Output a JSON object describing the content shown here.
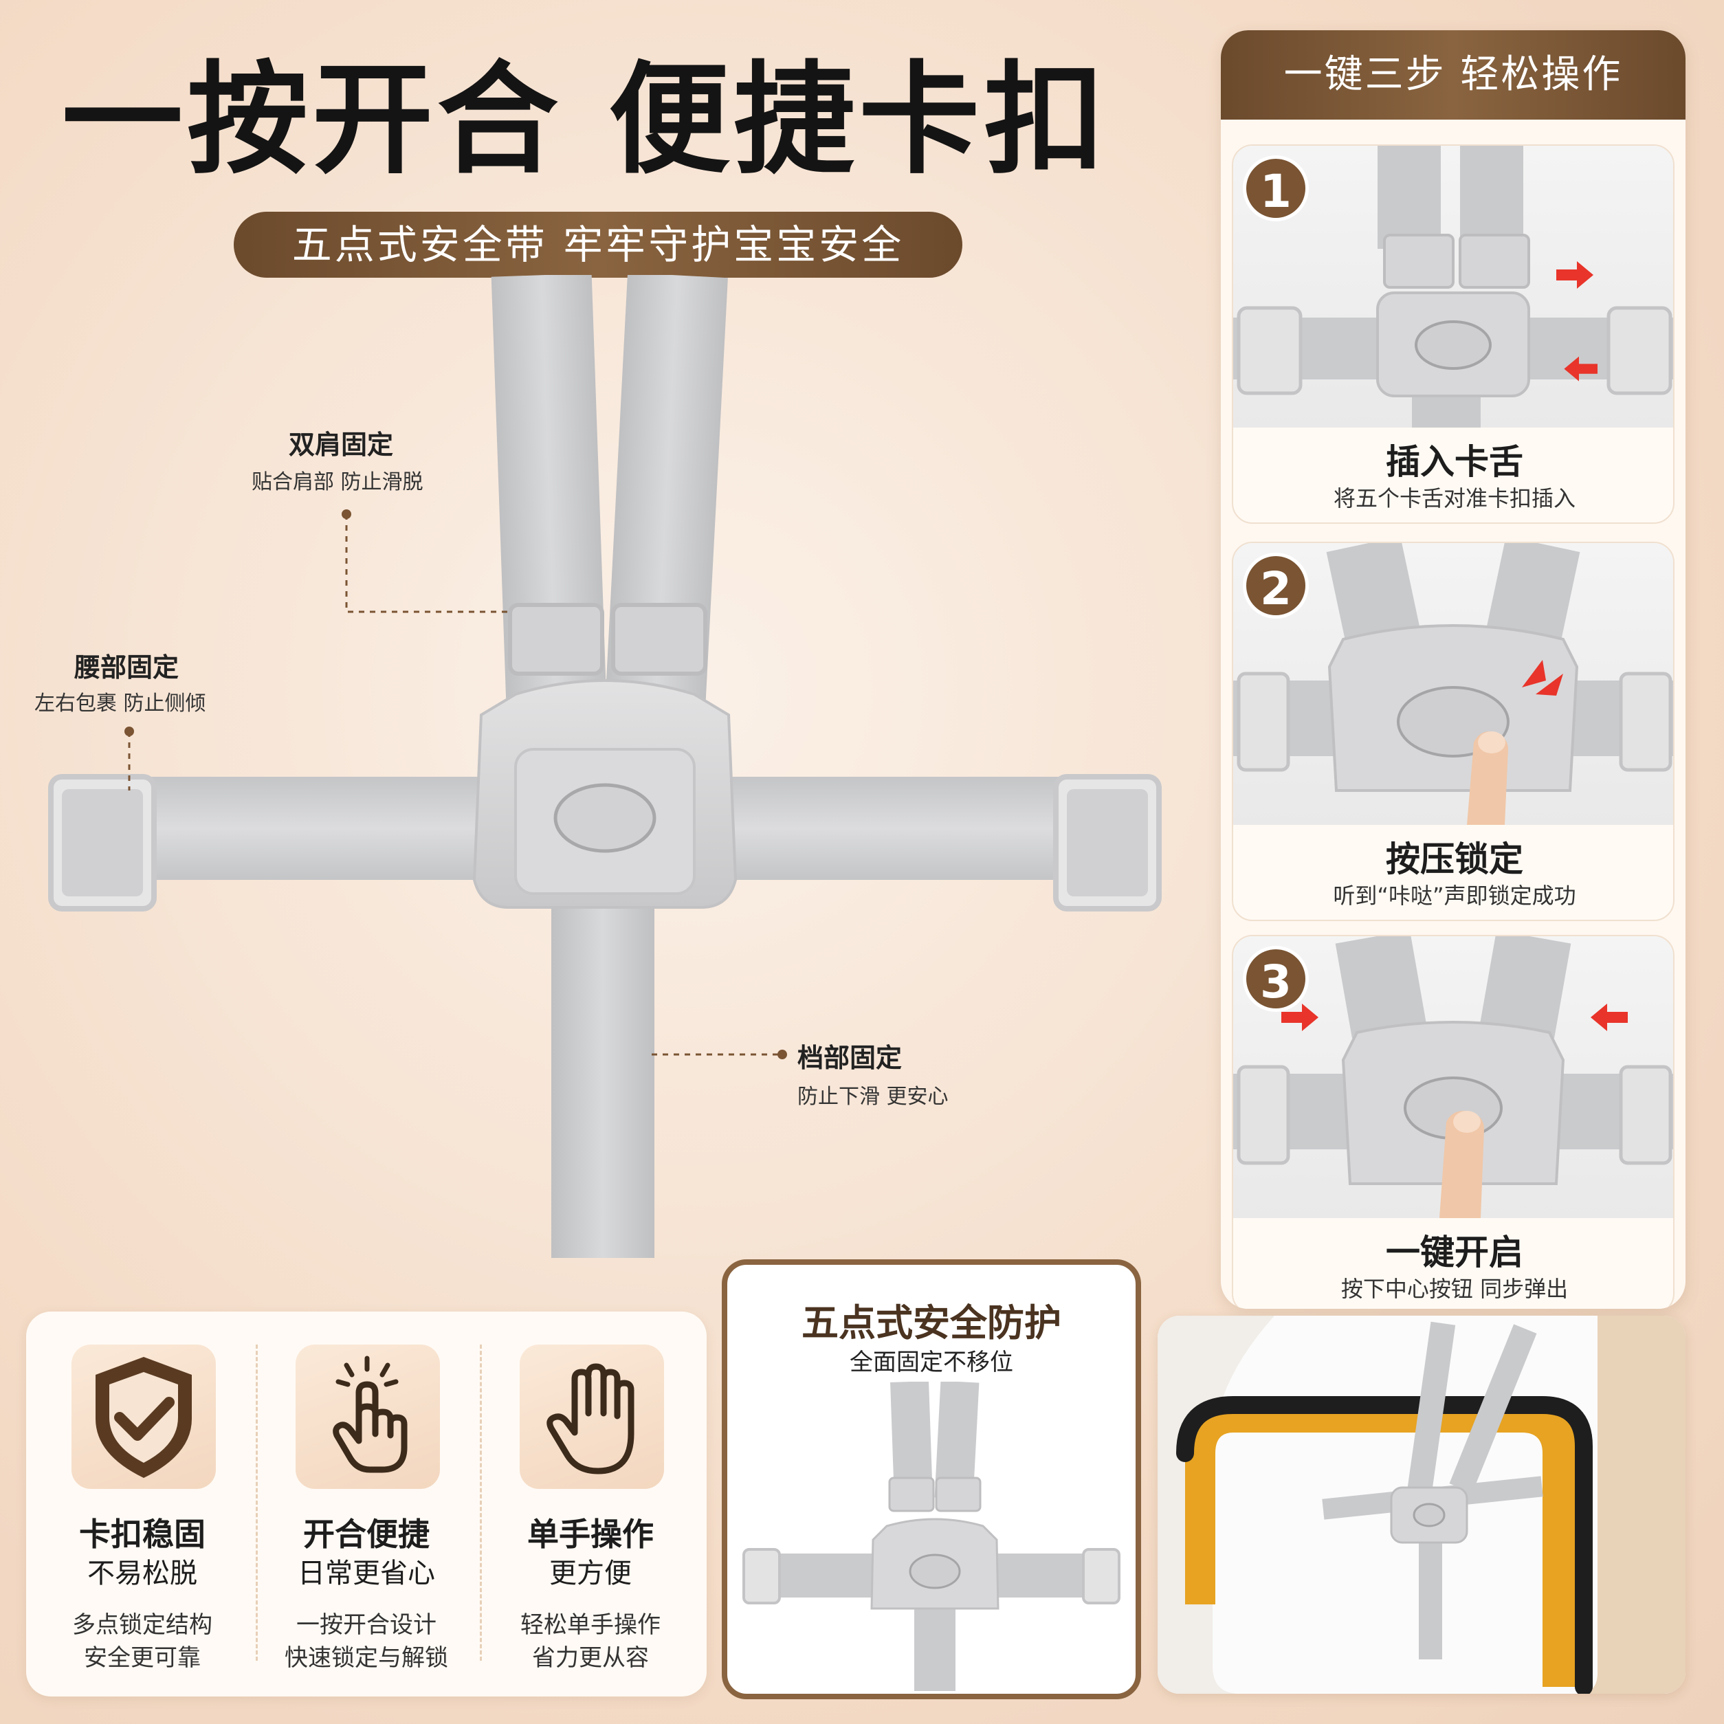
{
  "header": {
    "title": "一按开合 便捷卡扣",
    "subtitle": "五点式安全带  牢牢守护宝宝安全"
  },
  "callouts": {
    "shoulder": {
      "title": "双肩固定",
      "text": "贴合肩部 防止滑脱"
    },
    "waist": {
      "title": "腰部固定",
      "text": "左右包裹 防止侧倾"
    },
    "crotch": {
      "title": "档部固定",
      "text": "防止下滑 更安心"
    }
  },
  "steps_panel": {
    "header": "一键三步 轻松操作",
    "steps": [
      {
        "num": "1",
        "title": "插入卡舌",
        "desc": "将五个卡舌对准卡扣插入"
      },
      {
        "num": "2",
        "title": "按压锁定",
        "desc": "听到“咔哒”声即锁定成功"
      },
      {
        "num": "3",
        "title": "一键开启",
        "desc": "按下中心按钮 同步弹出"
      }
    ]
  },
  "features": [
    {
      "icon": "shield-check-icon",
      "title": "卡扣稳固",
      "sub": "不易松脱",
      "desc1": "多点锁定结构",
      "desc2": "安全更可靠"
    },
    {
      "icon": "finger-tap-icon",
      "title": "开合便捷",
      "sub": "日常更省心",
      "desc1": "一按开合设计",
      "desc2": "快速锁定与解锁"
    },
    {
      "icon": "hand-icon",
      "title": "单手操作",
      "sub": "更方便",
      "desc1": "轻松单手操作",
      "desc2": "省力更从容"
    }
  ],
  "five_point": {
    "title": "五点式安全防护",
    "subtitle": "全面固定不移位"
  },
  "colors": {
    "accent_brown": "#7a5433",
    "pill_brown": "#8a6440",
    "strap_gray": "#cfcfd1",
    "buckle_gray": "#d9d9da",
    "arrow_red": "#e8342a"
  }
}
